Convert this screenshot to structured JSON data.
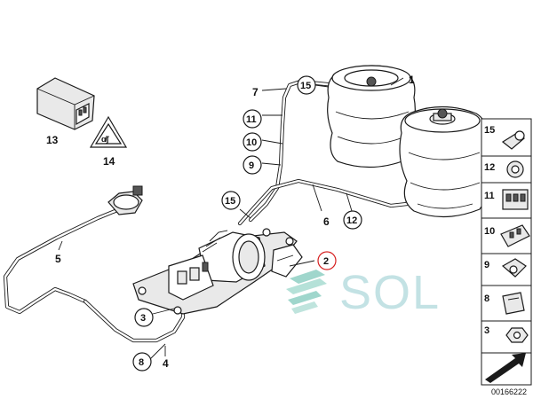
{
  "diagram": {
    "callouts": [
      {
        "id": "c1",
        "label": "1",
        "circled": false
      },
      {
        "id": "c2",
        "label": "2",
        "circled": true,
        "highlight": "#d62020"
      },
      {
        "id": "c3",
        "label": "3",
        "circled": true
      },
      {
        "id": "c4",
        "label": "4",
        "circled": false
      },
      {
        "id": "c5",
        "label": "5",
        "circled": false
      },
      {
        "id": "c6",
        "label": "6",
        "circled": false
      },
      {
        "id": "c7",
        "label": "7",
        "circled": false
      },
      {
        "id": "c8",
        "label": "8",
        "circled": true
      },
      {
        "id": "c9",
        "label": "9",
        "circled": true
      },
      {
        "id": "c10",
        "label": "10",
        "circled": true
      },
      {
        "id": "c11",
        "label": "11",
        "circled": true
      },
      {
        "id": "c12",
        "label": "12",
        "circled": true
      },
      {
        "id": "c13",
        "label": "13",
        "circled": false
      },
      {
        "id": "c14",
        "label": "14",
        "circled": false
      },
      {
        "id": "c15a",
        "label": "15",
        "circled": true
      },
      {
        "id": "c15b",
        "label": "15",
        "circled": true
      }
    ],
    "side_panel": [
      {
        "label": "15"
      },
      {
        "label": "12"
      },
      {
        "label": "11"
      },
      {
        "label": "10"
      },
      {
        "label": "9"
      },
      {
        "label": "8"
      },
      {
        "label": "3"
      }
    ],
    "diagram_code": "00166222",
    "watermark": "SOL"
  },
  "colors": {
    "line": "#1a1a1a",
    "highlight": "#d62020",
    "watermark": "#b9dde0",
    "watermark_stripe": "#8fd0c4"
  }
}
